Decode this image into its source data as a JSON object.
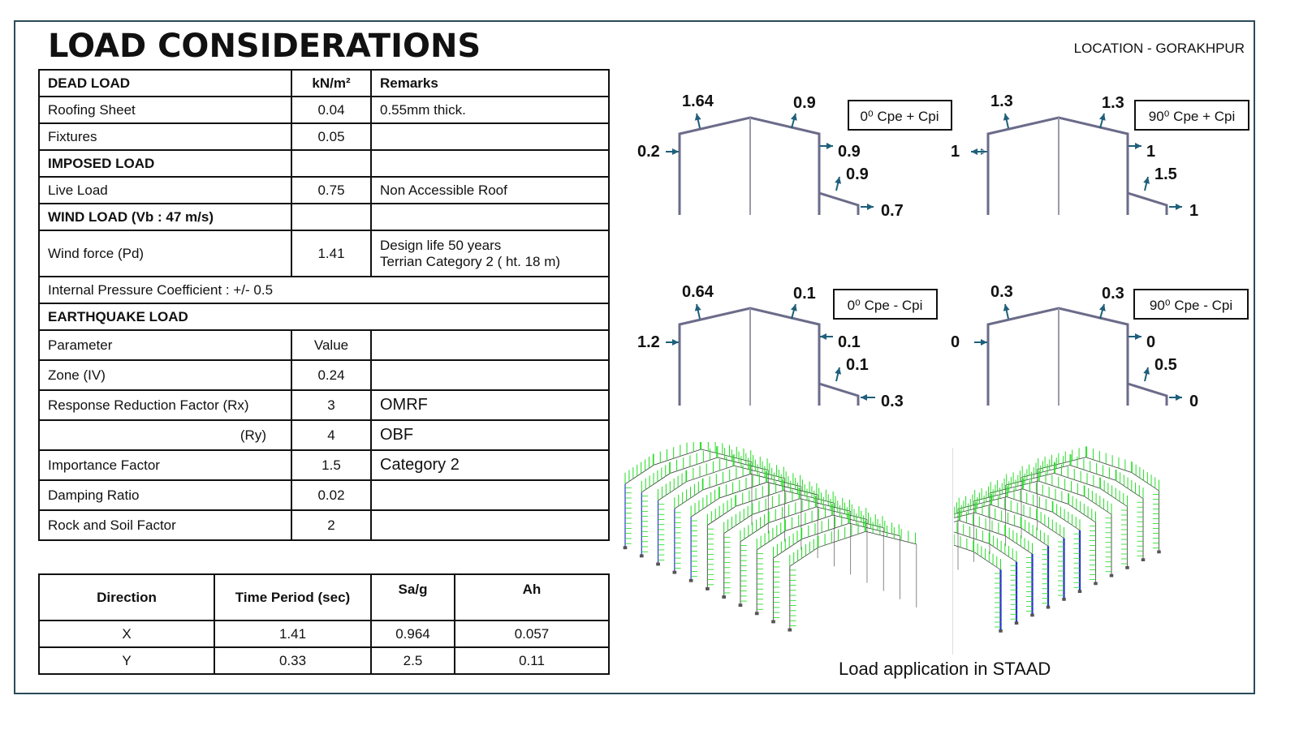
{
  "title": "LOAD CONSIDERATIONS",
  "location": "LOCATION - GORAKHPUR",
  "table1": {
    "header": {
      "c1": "DEAD LOAD",
      "c2": "kN/m²",
      "c3": "Remarks"
    },
    "roofing": {
      "c1": "Roofing Sheet",
      "c2": "0.04",
      "c3": "0.55mm thick."
    },
    "fixtures": {
      "c1": "Fixtures",
      "c2": "0.05",
      "c3": ""
    },
    "imposed": {
      "c1": "IMPOSED LOAD"
    },
    "live": {
      "c1": "Live Load",
      "c2": "0.75",
      "c3": "Non Accessible Roof"
    },
    "wind": {
      "c1": "WIND LOAD (Vb : 47 m/s)"
    },
    "windforce": {
      "c1": "Wind force (Pd)",
      "c2": "1.41",
      "c3a": "Design life 50 years",
      "c3b": "Terrian Category 2 ( ht. 18 m)"
    },
    "ipc": {
      "c1": "Internal Pressure Coefficient : +/- 0.5"
    },
    "eq": {
      "c1": "EARTHQUAKE LOAD"
    },
    "param": {
      "c1": "Parameter",
      "c2": "Value"
    },
    "zone": {
      "c1": "Zone (IV)",
      "c2": "0.24"
    },
    "rx": {
      "c1": "Response Reduction Factor (Rx)",
      "c2": "3",
      "c3": "OMRF"
    },
    "ry": {
      "c1": "(Ry)",
      "c2": "4",
      "c3": "OBF"
    },
    "importance": {
      "c1": "Importance Factor",
      "c2": "1.5",
      "c3": "Category 2"
    },
    "damping": {
      "c1": "Damping Ratio",
      "c2": "0.02"
    },
    "soil": {
      "c1": "Rock and Soil Factor",
      "c2": "2"
    }
  },
  "table2": {
    "headers": [
      "Direction",
      "Time Period (sec)",
      "Sa/g",
      "Ah"
    ],
    "rows": [
      [
        "X",
        "1.41",
        "0.964",
        "0.057"
      ],
      [
        "Y",
        "0.33",
        "2.5",
        "0.11"
      ]
    ]
  },
  "diagrams": [
    {
      "label": "0⁰ Cpe + Cpi",
      "roof_left": "1.64",
      "roof_right": "0.9",
      "wall_left": "0.2",
      "wall_right": "0.9",
      "lean_roof": "0.9",
      "lean_wall": "0.7"
    },
    {
      "label": "90⁰ Cpe + Cpi",
      "roof_left": "1.3",
      "roof_right": "1.3",
      "wall_left": "1",
      "wall_right": "1",
      "lean_roof": "1.5",
      "lean_wall": "1"
    },
    {
      "label": "0⁰ Cpe - Cpi",
      "roof_left": "0.64",
      "roof_right": "0.1",
      "wall_left": "1.2",
      "wall_right": "0.1",
      "lean_roof": "0.1",
      "lean_wall": "0.3"
    },
    {
      "label": "90⁰ Cpe - Cpi",
      "roof_left": "0.3",
      "roof_right": "0.3",
      "wall_left": "0",
      "wall_right": "0",
      "lean_roof": "0.5",
      "lean_wall": "0"
    }
  ],
  "caption": "Load application in STAAD",
  "colors": {
    "frame": "#6b6b8a",
    "arrow": "#1f5f7a",
    "load": "#22dd22",
    "bracing": "#2233cc"
  }
}
